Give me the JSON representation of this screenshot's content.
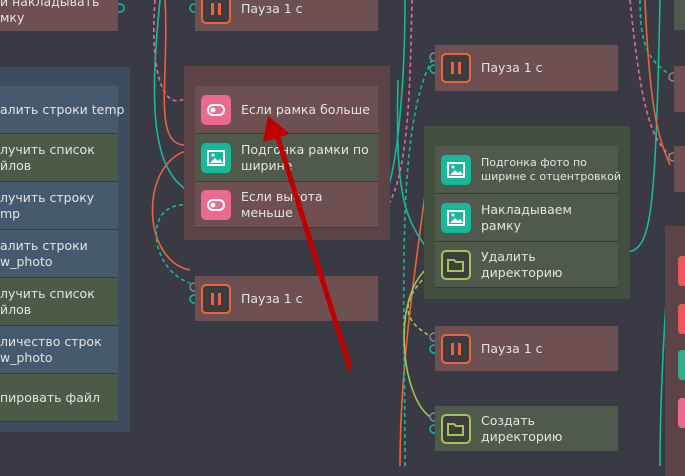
{
  "top_left_node": {
    "label": "и накладывать\nмку"
  },
  "top_pause": {
    "label": "Пауза 1 с"
  },
  "left_group": {
    "items": [
      {
        "label": "алить строки temp",
        "kind": "blue"
      },
      {
        "label": "лучить список\nйлов",
        "kind": "green"
      },
      {
        "label": "лучить строку\nmp",
        "kind": "blue"
      },
      {
        "label": "алить строки\nw_photo",
        "kind": "blue"
      },
      {
        "label": "лучить список\nйлов",
        "kind": "green"
      },
      {
        "label": "личество строк\nw_photo",
        "kind": "blue"
      },
      {
        "label": "пировать файл",
        "kind": "green"
      }
    ]
  },
  "middle_group": {
    "items": [
      {
        "label": "Если рамка больше",
        "icon": "toggle-icon"
      },
      {
        "label": "Подгонка рамки по\nширине",
        "icon": "image-icon"
      },
      {
        "label": "Если высота меньше",
        "icon": "toggle-icon"
      }
    ]
  },
  "middle_pause": {
    "label": "Пауза 1 с"
  },
  "right_pause_top": {
    "label": "Пауза 1 с"
  },
  "right_group": {
    "items": [
      {
        "label": "Подгонка фото по\nширине с отцентровкой",
        "icon": "image-icon"
      },
      {
        "label": "Накладываем рамку",
        "icon": "image-icon"
      },
      {
        "label": "Удалить директорию",
        "icon": "folder-icon"
      }
    ]
  },
  "right_pause_bottom": {
    "label": "Пауза 1 с"
  },
  "create_dir": {
    "label": "Создать директорию"
  },
  "colors": {
    "bg": "#393a43",
    "pause": "#e8643c",
    "toggle": "#ea6a90",
    "image": "#1ab89b",
    "folder": "#a5c15a",
    "arrow": "#c00000"
  }
}
